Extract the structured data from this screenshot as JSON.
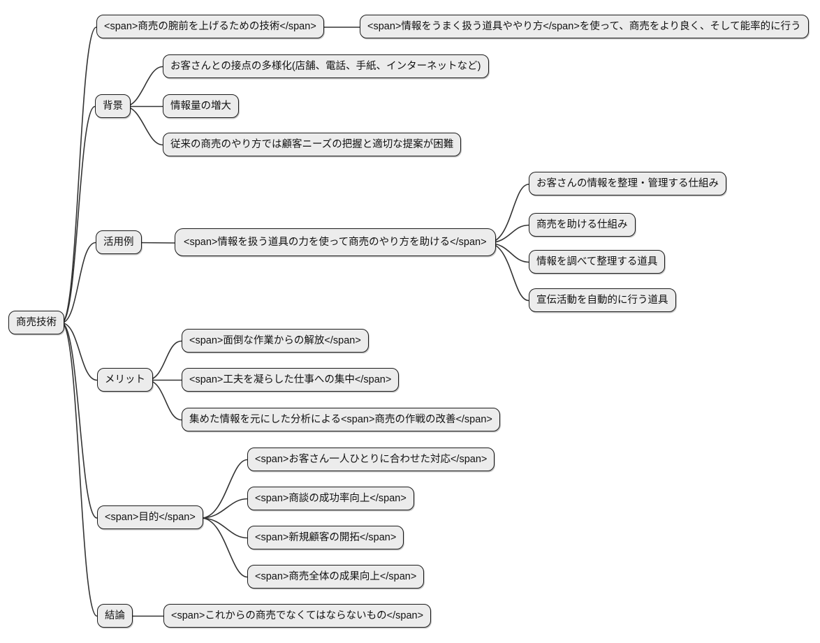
{
  "diagram": {
    "type": "mindmap",
    "root": {
      "label": "商売技術"
    },
    "branches": [
      {
        "label": "<span>商売の腕前を上げるための技術</span>",
        "children": [
          {
            "label": "<span>情報をうまく扱う道具ややり方</span>を使って、商売をより良く、そして能率的に行う"
          }
        ]
      },
      {
        "label": "背景",
        "children": [
          {
            "label": "お客さんとの接点の多様化(店舗、電話、手紙、インターネットなど)"
          },
          {
            "label": "情報量の増大"
          },
          {
            "label": "従来の商売のやり方では顧客ニーズの把握と適切な提案が困難"
          }
        ]
      },
      {
        "label": "活用例",
        "children": [
          {
            "label": "<span>情報を扱う道具の力を使って商売のやり方を助ける</span>",
            "children": [
              {
                "label": "お客さんの情報を整理・管理する仕組み"
              },
              {
                "label": "商売を助ける仕組み"
              },
              {
                "label": "情報を調べて整理する道具"
              },
              {
                "label": "宣伝活動を自動的に行う道具"
              }
            ]
          }
        ]
      },
      {
        "label": "メリット",
        "children": [
          {
            "label": "<span>面倒な作業からの解放</span>"
          },
          {
            "label": "<span>工夫を凝らした仕事への集中</span>"
          },
          {
            "label": "集めた情報を元にした分析による<span>商売の作戦の改善</span>"
          }
        ]
      },
      {
        "label": "<span>目的</span>",
        "children": [
          {
            "label": "<span>お客さん一人ひとりに合わせた対応</span>"
          },
          {
            "label": "<span>商談の成功率向上</span>"
          },
          {
            "label": "<span>新規顧客の開拓</span>"
          },
          {
            "label": "<span>商売全体の成果向上</span>"
          }
        ]
      },
      {
        "label": "結論",
        "children": [
          {
            "label": "<span>これからの商売でなくてはならないもの</span>"
          }
        ]
      }
    ]
  },
  "colors": {
    "node_fill": "#ececec",
    "node_border": "#1a1a1a",
    "edge": "#333333",
    "background": "#ffffff"
  }
}
